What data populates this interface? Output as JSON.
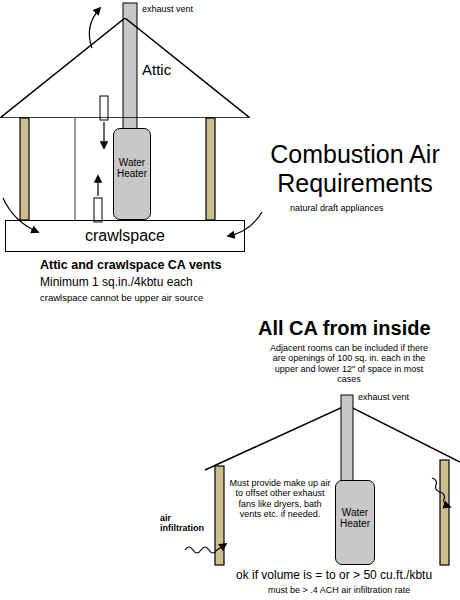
{
  "diagram": {
    "title": "Combustion Air Requirements",
    "nodes": [
      {
        "text": [
          "Attic"
        ]
      },
      {
        "text": [
          "Water Heater"
        ]
      },
      {
        "text": [
          "crawlspace"
        ]
      },
      {
        "text": [
          "Water Heater"
        ]
      }
    ],
    "labels": [
      "exhaust vent",
      "natural draft appliances",
      "Attic and crawlspace CA vents",
      "Minimum 1 sq.in./4kbtu each",
      "crawlspace cannot be upper air source",
      "All CA from inside",
      "Adjacent rooms can be included if there are openings of 100 sq. in. each in the upper and lower 12\" of space in most cases",
      "exhaust vent",
      "Must provide make up air to offset other exhaust fans like dryers, bath vents etc. if needed.",
      "air infiltration",
      "ok if volume is = to or > 50 cu.ft./kbtu",
      "must be > .4 ACH air infiltration rate"
    ]
  }
}
